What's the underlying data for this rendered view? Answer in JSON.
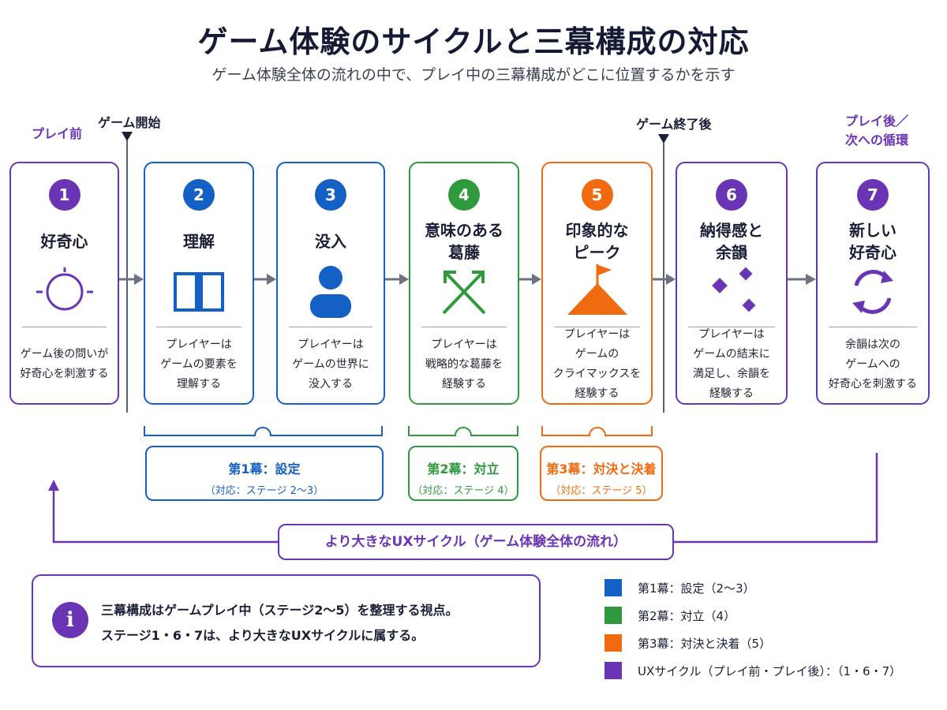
{
  "title": "ゲーム体験のサイクルと三幕構成の対応",
  "subtitle": "ゲーム体験全体の流れの中で、プレイ中の三幕構成がどこに位置するかを示す",
  "labels": {
    "before_play": "プレイ前",
    "game_start": "ゲーム開始",
    "game_end": "ゲーム終了後",
    "after_play": "プレイ後／\n次への循環"
  },
  "stages": [
    {
      "num": "1",
      "title": "好奇心",
      "desc": "ゲーム後の問いが\n好奇心を刺激する",
      "color": "#6a35b5",
      "icon": "sun-circle-icon"
    },
    {
      "num": "2",
      "title": "理解",
      "desc": "プレイヤーは\nゲームの要素を\n理解する",
      "color": "#1560c4",
      "icon": "book-icon"
    },
    {
      "num": "3",
      "title": "没入",
      "desc": "プレイヤーは\nゲームの世界に\n没入する",
      "color": "#1560c4",
      "icon": "person-icon"
    },
    {
      "num": "4",
      "title": "意味のある\n葛藤",
      "desc": "プレイヤーは\n戦略的な葛藤を\n経験する",
      "color": "#2e9a3d",
      "icon": "crossed-arrows-icon"
    },
    {
      "num": "5",
      "title": "印象的な\nピーク",
      "desc": "プレイヤーは\nゲームの\nクライマックスを\n経験する",
      "color": "#f06a0f",
      "icon": "mountain-flag-icon"
    },
    {
      "num": "6",
      "title": "納得感と\n余韻",
      "desc": "プレイヤーは\nゲームの結末に\n満足し、余韻を\n経験する",
      "color": "#6a35b5",
      "icon": "diamonds-icon"
    },
    {
      "num": "7",
      "title": "新しい\n好奇心",
      "desc": "余韻は次の\nゲームへの\n好奇心を刺激する",
      "color": "#6a35b5",
      "icon": "cycle-icon"
    }
  ],
  "acts": [
    {
      "name": "第1幕：設定",
      "sub": "（対応：ステージ 2〜3）",
      "color": "#1560c4"
    },
    {
      "name": "第2幕：対立",
      "sub": "（対応：ステージ 4）",
      "color": "#2e9a3d"
    },
    {
      "name": "第3幕：対決と決着",
      "sub": "（対応：ステージ 5）",
      "color": "#f06a0f"
    }
  ],
  "ux_cycle": "より大きなUXサイクル（ゲーム体験全体の流れ）",
  "info": {
    "icon": "i",
    "line1": "三幕構成はゲームプレイ中（ステージ2〜5）を整理する視点。",
    "line2": "ステージ1・6・7は、より大きなUXサイクルに属する。"
  },
  "legend": [
    {
      "label": "第1幕：設定（2〜3）",
      "color": "#1560c4"
    },
    {
      "label": "第2幕：対立（4）",
      "color": "#2e9a3d"
    },
    {
      "label": "第3幕：対決と決着（5）",
      "color": "#f06a0f"
    },
    {
      "label": "UXサイクル（プレイ前・プレイ後）：（1・6・7）",
      "color": "#6a35b5"
    }
  ]
}
